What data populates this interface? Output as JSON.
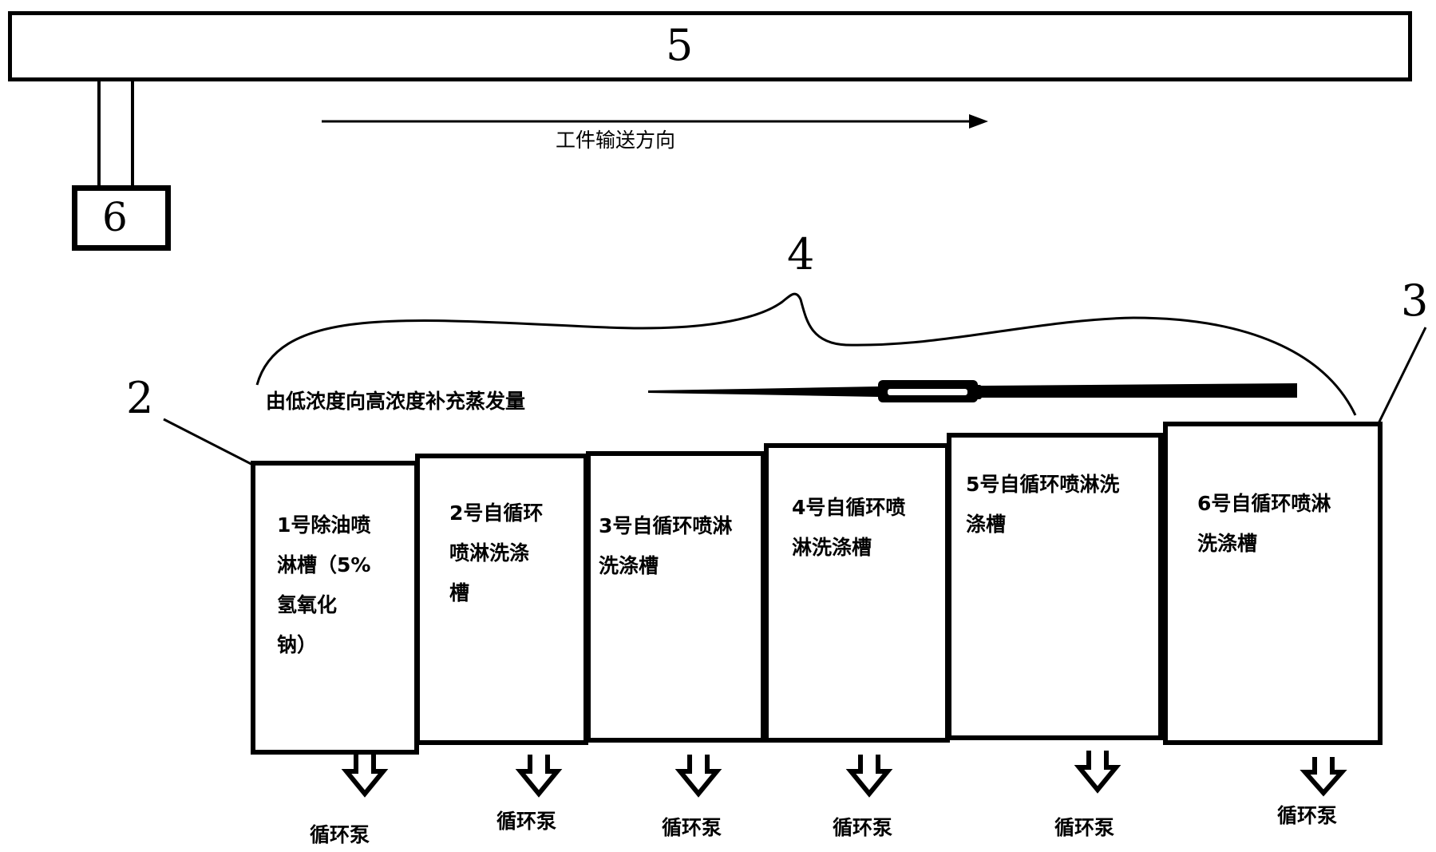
{
  "labels": {
    "conveyor": "5",
    "station": "6",
    "group": "4",
    "tank_ref_2": "2",
    "tank_ref_3": "3",
    "direction": "工件输送方向",
    "supplement": "由低浓度向高浓度补充蒸发量"
  },
  "tanks": [
    {
      "label": "1号除油喷\n淋槽（5%\n氢氧化\n钠）",
      "pump": "循环泵"
    },
    {
      "label": "2号自循环\n喷淋洗涤\n槽",
      "pump": "循环泵"
    },
    {
      "label": "3号自循环喷淋\n洗涤槽",
      "pump": "循环泵"
    },
    {
      "label": "4号自循环喷\n淋洗涤槽",
      "pump": "循环泵"
    },
    {
      "label": "5号自循环喷淋洗\n涤槽",
      "pump": "循环泵"
    },
    {
      "label": "6号自循环喷淋\n洗涤槽",
      "pump": "循环泵"
    }
  ]
}
